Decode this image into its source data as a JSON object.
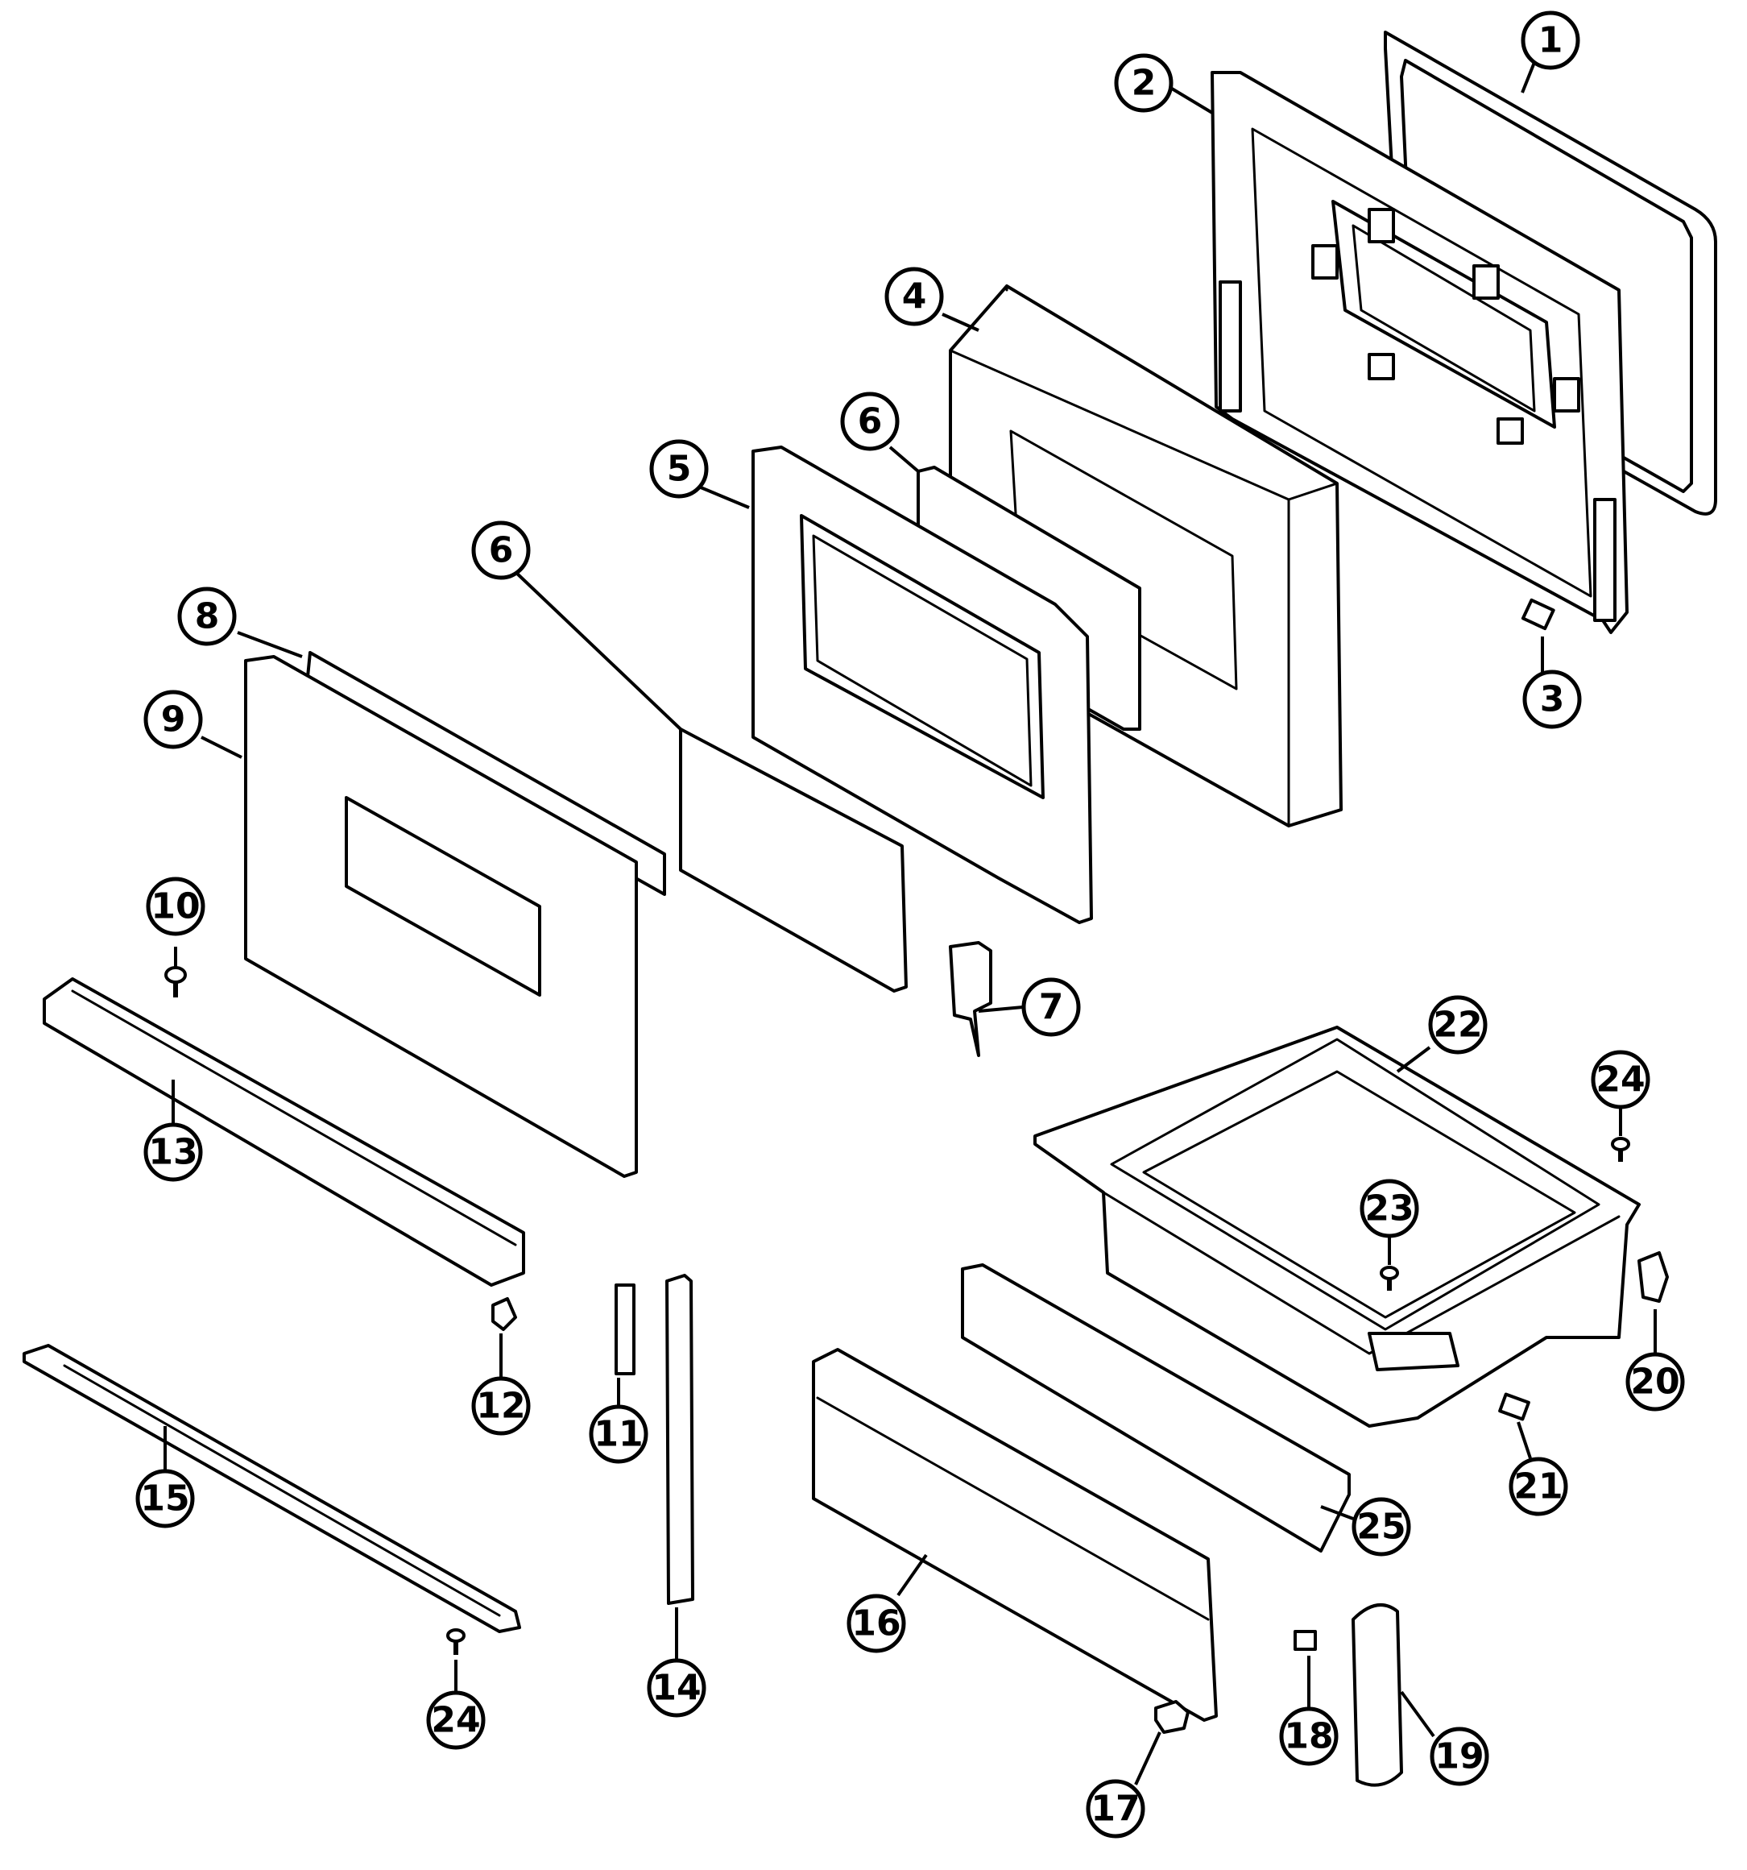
{
  "colors": {
    "line": "#000000",
    "background": "#ffffff"
  },
  "callouts": [
    {
      "id": "c1",
      "label": "1"
    },
    {
      "id": "c2",
      "label": "2"
    },
    {
      "id": "c3",
      "label": "3"
    },
    {
      "id": "c4",
      "label": "4"
    },
    {
      "id": "c5",
      "label": "5"
    },
    {
      "id": "c6a",
      "label": "6"
    },
    {
      "id": "c6b",
      "label": "6"
    },
    {
      "id": "c7",
      "label": "7"
    },
    {
      "id": "c8",
      "label": "8"
    },
    {
      "id": "c9",
      "label": "9"
    },
    {
      "id": "c10",
      "label": "10"
    },
    {
      "id": "c11",
      "label": "11"
    },
    {
      "id": "c12",
      "label": "12"
    },
    {
      "id": "c13",
      "label": "13"
    },
    {
      "id": "c14",
      "label": "14"
    },
    {
      "id": "c15",
      "label": "15"
    },
    {
      "id": "c16",
      "label": "16"
    },
    {
      "id": "c17",
      "label": "17"
    },
    {
      "id": "c18",
      "label": "18"
    },
    {
      "id": "c19",
      "label": "19"
    },
    {
      "id": "c20",
      "label": "20"
    },
    {
      "id": "c21",
      "label": "21"
    },
    {
      "id": "c22",
      "label": "22"
    },
    {
      "id": "c23",
      "label": "23"
    },
    {
      "id": "c24a",
      "label": "24"
    },
    {
      "id": "c24b",
      "label": "24"
    },
    {
      "id": "c25",
      "label": "25"
    }
  ]
}
